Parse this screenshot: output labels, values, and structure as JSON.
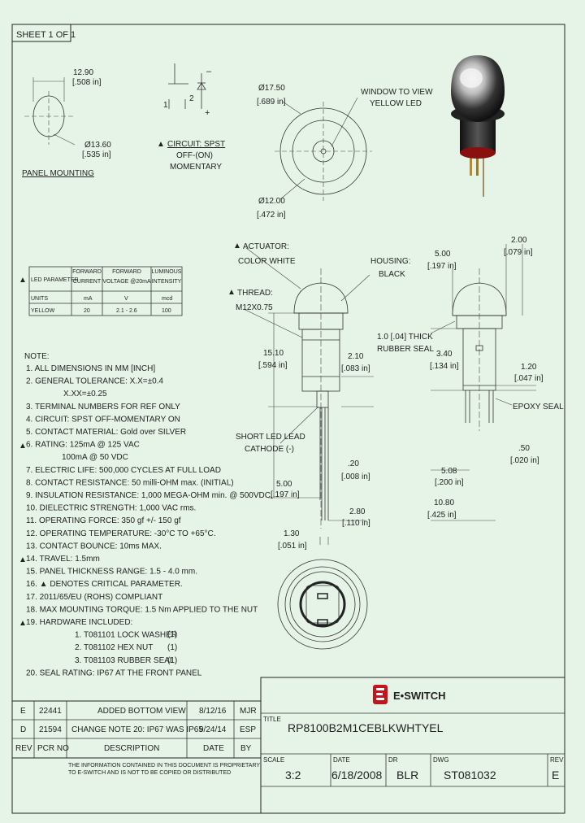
{
  "sheet_label": "SHEET 1 OF 1",
  "panel": {
    "dim_w": "12.90",
    "dim_w_in": "[.508 in]",
    "dim_d": "Ø13.60",
    "dim_d_in": "[.535 in]",
    "label": "PANEL MOUNTING"
  },
  "circuit": {
    "pin1": "1",
    "pin2": "2",
    "minus": "–",
    "plus": "+",
    "label_line1": "CIRCUIT: SPST",
    "label_line2": "OFF-(ON)",
    "label_line3": "MOMENTARY"
  },
  "top_view": {
    "outer_dim": "Ø17.50",
    "outer_dim_in": "[.689 in]",
    "inner_dim": "Ø12.00",
    "inner_dim_in": "[.472 in]",
    "window_line1": "WINDOW TO VIEW",
    "window_line2": "YELLOW LED"
  },
  "led_table": {
    "headers": [
      "LED PARAMETER",
      "FORWARD CURRENT",
      "FORWARD VOLTAGE @20mA",
      "LUMINOUS INTENSITY"
    ],
    "units": [
      "UNITS",
      "mA",
      "V",
      "mcd"
    ],
    "row": [
      "YELLOW",
      "20",
      "2.1 - 2.6",
      "100"
    ]
  },
  "notes": {
    "title": "NOTE:",
    "items": [
      "1. ALL DIMENSIONS IN MM [INCH]",
      "2. GENERAL TOLERANCE: X.X=±0.4",
      "X.XX=±0.25",
      "3. TERMINAL NUMBERS FOR REF ONLY",
      "4. CIRCUIT: SPST OFF-MOMENTARY ON",
      "5. CONTACT MATERIAL: Gold over SILVER",
      "6. RATING: 125mA @ 125 VAC",
      "100mA @ 50 VDC",
      "7. ELECTRIC LIFE: 500,000 CYCLES AT FULL LOAD",
      "8. CONTACT RESISTANCE: 50 milli-OHM max. (INITIAL)",
      "9. INSULATION RESISTANCE: 1,000 MEGA-OHM min. @ 500VDC.",
      "10. DIELECTRIC STRENGTH: 1,000 VAC rms.",
      "11. OPERATING FORCE: 350 gf +/- 150 gf",
      "12. OPERATING TEMPERATURE: -30°C TO +65°C.",
      "13. CONTACT BOUNCE: 10ms MAX.",
      "14. TRAVEL: 1.5mm",
      "15. PANEL THICKNESS RANGE: 1.5 - 4.0 mm.",
      "16. ▲ DENOTES CRITICAL PARAMETER.",
      "17. 2011/65/EU (ROHS) COMPLIANT",
      "18. MAX MOUNTING TORQUE: 1.5 Nm APPLIED TO THE NUT",
      "19. HARDWARE INCLUDED:",
      "1. T081101 LOCK WASHER",
      "2. T081102 HEX NUT",
      "3. T081103 RUBBER SEAL",
      "20. SEAL RATING: IP67 AT THE FRONT PANEL"
    ],
    "qty": [
      "(1)",
      "(1)",
      "(1)"
    ]
  },
  "side_view": {
    "actuator_line1": "ACTUATOR:",
    "actuator_line2": "COLOR WHITE",
    "thread_line1": "THREAD:",
    "thread_line2": "M12X0.75",
    "housing_line1": "HOUSING:",
    "housing_line2": "BLACK",
    "dim_15": "15.10",
    "dim_15_in": "[.594 in]",
    "dim_2_10": "2.10",
    "dim_2_10_in": "[.083 in]",
    "lead_line1": "SHORT LED LEAD",
    "lead_line2": "CATHODE (-)",
    "dim_20": ".20",
    "dim_20_in": "[.008 in]",
    "dim_5": "5.00",
    "dim_5_in": "[.197 in]",
    "dim_2_80": "2.80",
    "dim_2_80_in": "[.110 in]",
    "dim_1_30": "1.30",
    "dim_1_30_in": "[.051 in]"
  },
  "end_view": {
    "dim_5": "5.00",
    "dim_5_in": "[.197 in]",
    "dim_2": "2.00",
    "dim_2_in": "[.079 in]",
    "seal_line1": "1.0 [.04] THICK",
    "seal_line2": "RUBBER SEAL",
    "dim_3_40": "3.40",
    "dim_3_40_in": "[.134 in]",
    "dim_1_20": "1.20",
    "dim_1_20_in": "[.047 in]",
    "epoxy": "EPOXY SEAL",
    "dim_50": ".50",
    "dim_50_in": "[.020 in]",
    "dim_5_08": "5.08",
    "dim_5_08_in": "[.200 in]",
    "dim_10_80": "10.80",
    "dim_10_80_in": "[.425 in]"
  },
  "revisions": {
    "rows": [
      {
        "rev": "E",
        "pcr": "22441",
        "desc": "ADDED BOTTOM VIEW",
        "date": "8/12/16",
        "by": "MJR"
      },
      {
        "rev": "D",
        "pcr": "21594",
        "desc": "CHANGE NOTE 20: IP67 WAS IP65",
        "date": "9/24/14",
        "by": "ESP"
      }
    ],
    "headers": {
      "rev": "REV",
      "pcr": "PCR NO",
      "desc": "DESCRIPTION",
      "date": "DATE",
      "by": "BY"
    },
    "disclaimer_line1": "THE INFORMATION CONTAINED IN THIS DOCUMENT IS PROPRIETARY",
    "disclaimer_line2": "TO E-SWITCH AND IS NOT TO BE COPIED OR DISTRIBUTED"
  },
  "title_block": {
    "brand": "E•SWITCH",
    "title_label": "TITLE",
    "title": "RP8100B2M1CEBLKWHTYEL",
    "scale_label": "SCALE",
    "scale": "3:2",
    "date_label": "DATE",
    "date": "6/18/2008",
    "dr_label": "DR",
    "dr": "BLR",
    "dwg_label": "DWG",
    "dwg": "ST081032",
    "rev_label": "REV",
    "rev": "E"
  }
}
